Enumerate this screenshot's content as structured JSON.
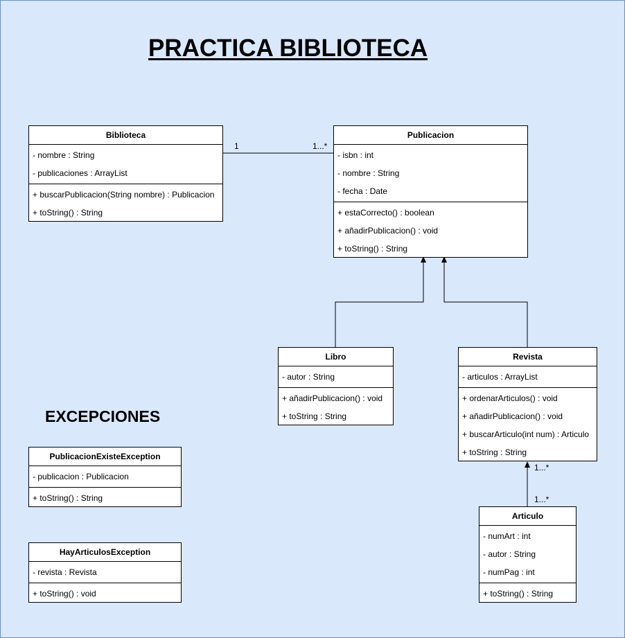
{
  "title": "PRACTICA BIBLIOTECA",
  "exceptions_title": "EXCEPCIONES",
  "classes": {
    "biblioteca": {
      "name": "Biblioteca",
      "attributes": [
        "- nombre : String",
        "- publicaciones : ArrayList"
      ],
      "methods": [
        "+ buscarPublicacion(String nombre) : Publicacion",
        "+ toString() : String"
      ]
    },
    "publicacion": {
      "name": "Publicacion",
      "attributes": [
        "- isbn : int",
        "- nombre : String",
        "- fecha : Date"
      ],
      "methods": [
        "+ estaCorrecto() : boolean",
        "+ añadirPublicacion() : void",
        "+ toString() : String"
      ]
    },
    "libro": {
      "name": "Libro",
      "attributes": [
        "- autor : String"
      ],
      "methods": [
        "+ añadirPublicacion() : void",
        "+ toString : String"
      ]
    },
    "revista": {
      "name": "Revista",
      "attributes": [
        "- articulos : ArrayList"
      ],
      "methods": [
        "+ ordenarArticulos() : void",
        "+ añadirPublicacion() : void",
        "+ buscarArticulo(int num) : Articulo",
        "+ toString : String"
      ]
    },
    "articulo": {
      "name": "Articulo",
      "attributes": [
        "- numArt : int",
        "- autor : String",
        "- numPag : int"
      ],
      "methods": [
        "+ toString() : String"
      ]
    },
    "publicacion_existe_exception": {
      "name": "PublicacionExisteException",
      "attributes": [
        "- publicacion : Publicacion"
      ],
      "methods": [
        "+ toString() : String"
      ]
    },
    "hay_articulos_exception": {
      "name": "HayArticulosException",
      "attributes": [
        "- revista : Revista"
      ],
      "methods": [
        "+ toString() : void"
      ]
    }
  },
  "associations": {
    "biblioteca_publicacion": {
      "source_multiplicity": "1",
      "target_multiplicity": "1...*"
    },
    "revista_articulo": {
      "source_multiplicity": "1...*",
      "target_multiplicity": "1...*"
    }
  },
  "colors": {
    "background": "#dae8fc",
    "border": "#6c8ebf",
    "class_fill": "#ffffff",
    "line": "#000000"
  }
}
